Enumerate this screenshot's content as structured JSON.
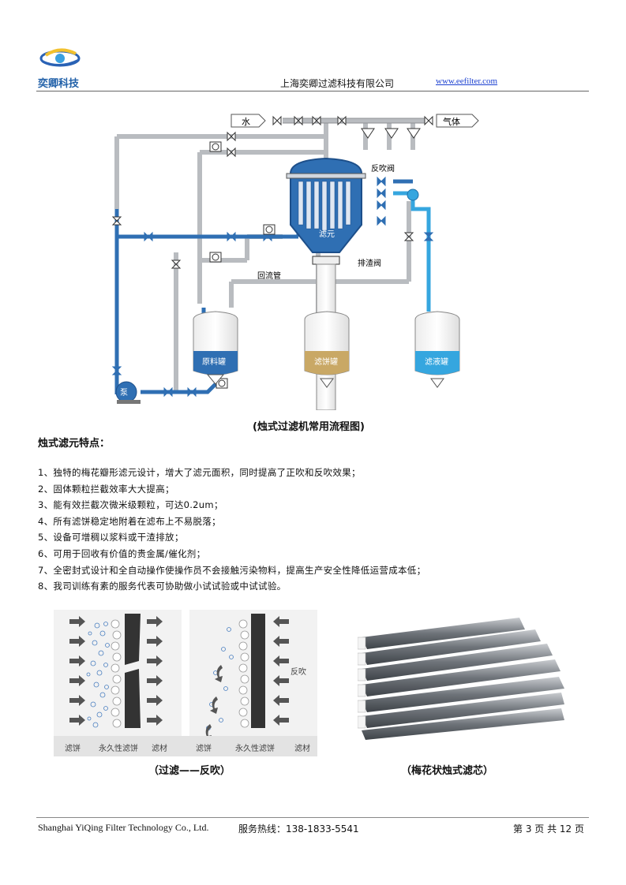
{
  "header": {
    "logo_text": "奕卿科技",
    "company": "上海奕卿过滤科技有限公司",
    "url": "www.eefilter.com"
  },
  "diagram": {
    "labels": {
      "water": "水",
      "gas": "气体",
      "backblow_valve": "反吹阀",
      "filter_element": "滤元",
      "discharge_valve": "排渣阀",
      "return_pipe": "回流管",
      "raw_tank": "原料罐",
      "cake_tank": "滤饼罐",
      "filtrate_tank": "滤液罐",
      "pump": "泵"
    },
    "caption": "(烛式过滤机常用流程图)"
  },
  "features": {
    "title": "烛式滤元特点：",
    "items": [
      "1、独特的梅花瓣形滤元设计，增大了滤元面积，同时提高了正吹和反吹效果；",
      "2、固体颗粒拦截效率大大提高；",
      "3、能有效拦截次微米级颗粒，可达0.2um；",
      "4、所有滤饼稳定地附着在滤布上不易脱落；",
      "5、设备可增稠以浆料或干渣排放；",
      "6、可用于回收有价值的贵金属/催化剂；",
      "7、全密封式设计和全自动操作使操作员不会接触污染物料，提高生产安全性降低运营成本低；",
      "8、我司训练有素的服务代表可协助做小试试验或中试试验。"
    ]
  },
  "figures": {
    "left_labels": {
      "cake": "滤饼",
      "permanent_cake": "永久性滤饼",
      "media": "滤材",
      "backblow": "反吹"
    },
    "left_caption": "（过滤——反吹）",
    "right_caption": "（梅花状烛式滤芯）"
  },
  "footer": {
    "company_en": "Shanghai YiQing Filter Technology Co., Ltd.",
    "hotline": "服务热线：138-1833-5541",
    "page": "第 3 页 共 12 页"
  },
  "colors": {
    "blue": "#2f6fb3",
    "light_blue": "#35a6df",
    "pipe_gray": "#d8dadd",
    "tan": "#c9a865"
  }
}
